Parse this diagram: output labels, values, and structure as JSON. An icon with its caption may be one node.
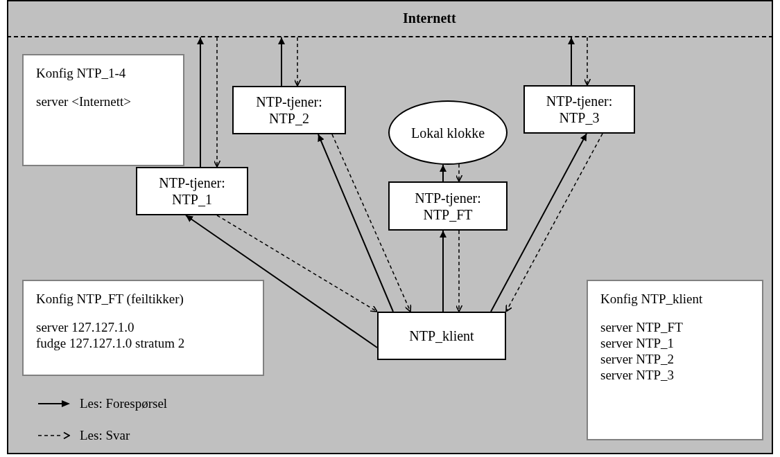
{
  "diagram": {
    "nodes": [
      {
        "text": [
          "Internett"
        ]
      },
      {
        "text": [
          "Konfig NTP_1-4",
          "server <Internett>"
        ]
      },
      {
        "text": [
          "NTP-tjener: NTP_1"
        ]
      },
      {
        "text": [
          "NTP-tjener: NTP_2"
        ]
      },
      {
        "text": [
          "Lokal klokke"
        ]
      },
      {
        "text": [
          "NTP-tjener: NTP_3"
        ]
      },
      {
        "text": [
          "NTP-tjener: NTP_FT"
        ]
      },
      {
        "text": [
          "Konfig NTP_FT (feiltikker)",
          "server 127.127.1.0",
          "fudge 127.127.1.0 stratum 2"
        ]
      },
      {
        "text": [
          "NTP_klient"
        ]
      },
      {
        "text": [
          "Konfig NTP_klient",
          "server NTP_FT",
          "server NTP_1",
          "server NTP_2",
          "server NTP_3"
        ]
      }
    ],
    "edges": [
      {
        "from": 2,
        "to": 0,
        "arrow": "to"
      },
      {
        "from": 0,
        "to": 2,
        "arrow": "to",
        "style": "dashed"
      },
      {
        "from": 3,
        "to": 0,
        "arrow": "to"
      },
      {
        "from": 0,
        "to": 3,
        "arrow": "to",
        "style": "dashed"
      },
      {
        "from": 5,
        "to": 0,
        "arrow": "to"
      },
      {
        "from": 0,
        "to": 5,
        "arrow": "to",
        "style": "dashed"
      },
      {
        "from": 6,
        "to": 4,
        "arrow": "to"
      },
      {
        "from": 4,
        "to": 6,
        "arrow": "to",
        "style": "dashed"
      },
      {
        "from": 8,
        "to": 2,
        "arrow": "to"
      },
      {
        "from": 2,
        "to": 8,
        "arrow": "to",
        "style": "dashed"
      },
      {
        "from": 8,
        "to": 3,
        "arrow": "to"
      },
      {
        "from": 3,
        "to": 8,
        "arrow": "to",
        "style": "dashed"
      },
      {
        "from": 8,
        "to": 6,
        "arrow": "to"
      },
      {
        "from": 6,
        "to": 8,
        "arrow": "to",
        "style": "dashed"
      },
      {
        "from": 8,
        "to": 5,
        "arrow": "to"
      },
      {
        "from": 5,
        "to": 8,
        "arrow": "to",
        "style": "dashed"
      }
    ],
    "legend": [
      {
        "text": "Les: Forespørsel"
      },
      {
        "text": "Les: Svar"
      }
    ]
  }
}
